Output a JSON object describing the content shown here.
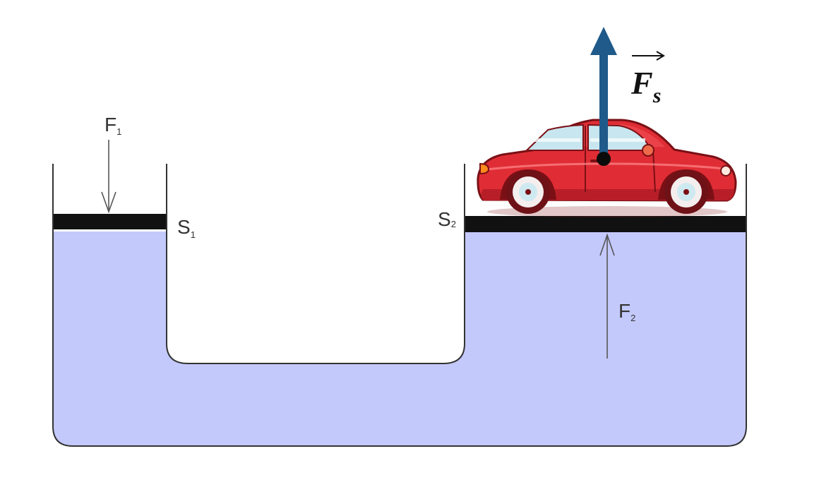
{
  "labels": {
    "f1": {
      "main": "F",
      "sub": "1"
    },
    "f2": {
      "main": "F",
      "sub": "2"
    },
    "s1": {
      "main": "S",
      "sub": "1"
    },
    "s2": {
      "main": "S",
      "sub": "2"
    },
    "fs": {
      "main": "F",
      "sub": "s"
    }
  },
  "colors": {
    "fluid": "#c4c9fc",
    "outline": "#333333",
    "piston": "#111111",
    "force_arrow": "#1f5a8a",
    "car_body": "#e02d35"
  },
  "icons": {
    "car": "car-icon"
  }
}
